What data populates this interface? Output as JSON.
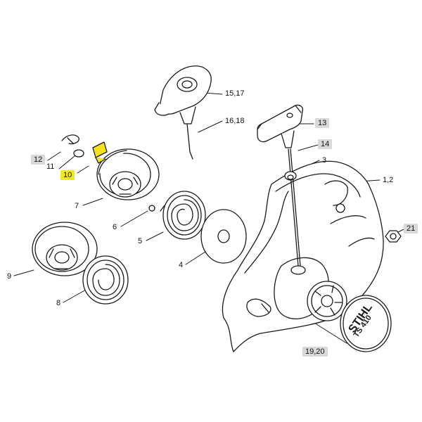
{
  "callouts": [
    {
      "label": "1,2",
      "style": "plain"
    },
    {
      "label": "3",
      "style": "plain"
    },
    {
      "label": "4",
      "style": "plain"
    },
    {
      "label": "5",
      "style": "plain"
    },
    {
      "label": "6",
      "style": "plain"
    },
    {
      "label": "7",
      "style": "plain"
    },
    {
      "label": "8",
      "style": "plain"
    },
    {
      "label": "9",
      "style": "plain"
    },
    {
      "label": "10",
      "style": "highlight"
    },
    {
      "label": "11",
      "style": "plain"
    },
    {
      "label": "12",
      "style": "tag"
    },
    {
      "label": "13",
      "style": "tag"
    },
    {
      "label": "14",
      "style": "tag"
    },
    {
      "label": "15,17",
      "style": "plain"
    },
    {
      "label": "16,18",
      "style": "plain"
    },
    {
      "label": "19,20",
      "style": "tag"
    },
    {
      "label": "21",
      "style": "tag"
    }
  ],
  "logo": {
    "brand": "STIHL",
    "model": "TS 410"
  },
  "colors": {
    "line": "#1a1a1a",
    "highlight": "#f2ea1f",
    "highlight_part": "#f5e21a",
    "tag": "#d9d9d9",
    "stroke_fill": "#ffffff"
  }
}
